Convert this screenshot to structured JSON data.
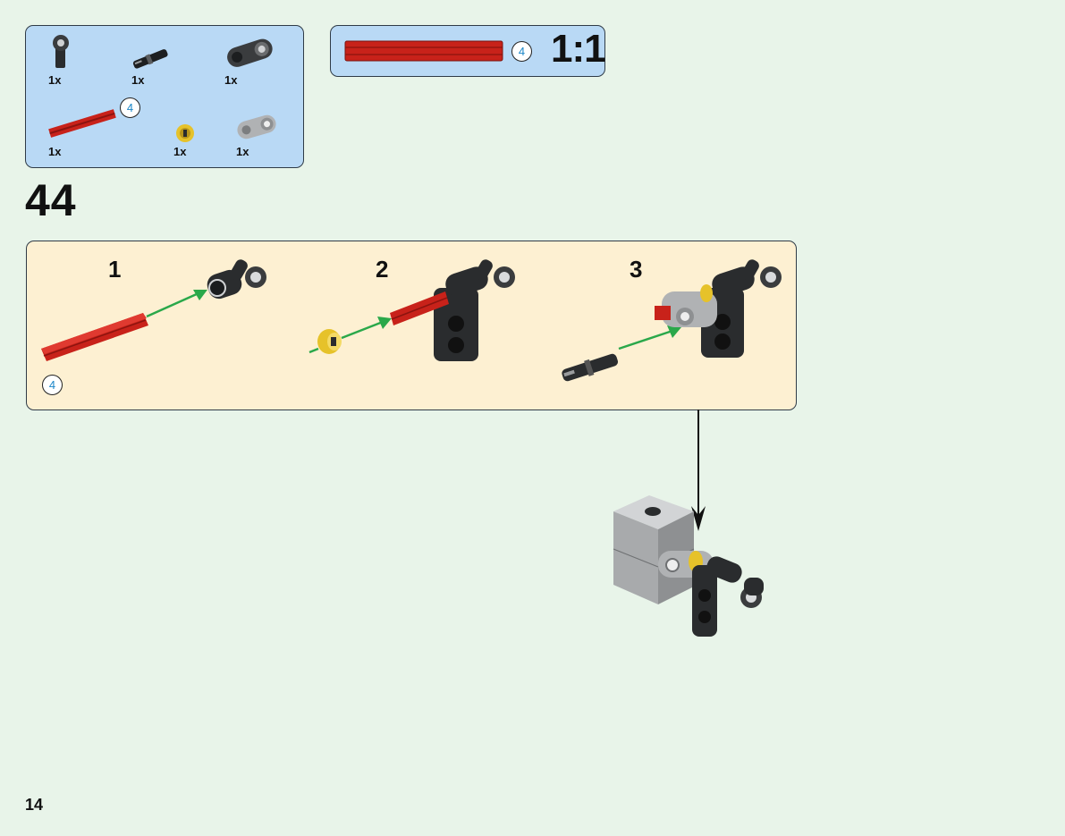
{
  "parts_list": {
    "items": [
      {
        "qty": "1x",
        "part": "angle-connector-icon"
      },
      {
        "qty": "1x",
        "part": "axle-pin-icon"
      },
      {
        "qty": "1x",
        "part": "pin-connector-dark-icon"
      },
      {
        "qty": "1x",
        "part": "red-axle-icon",
        "length": "4"
      },
      {
        "qty": "1x",
        "part": "bush-icon"
      },
      {
        "qty": "1x",
        "part": "pin-connector-light-icon"
      }
    ]
  },
  "scale_ref": {
    "length": "4",
    "scale": "1:1"
  },
  "step": {
    "number": "44"
  },
  "substeps": [
    {
      "number": "1",
      "axle_length": "4"
    },
    {
      "number": "2"
    },
    {
      "number": "3"
    }
  ],
  "page": {
    "number": "14"
  },
  "colors": {
    "background": "#e8f4e9",
    "parts_box": "#b9d9f5",
    "substep_box": "#fdf0d2",
    "axle_red": "#c8221a",
    "arrow_green": "#2aa84a",
    "dark_grey": "#2a2c2e",
    "light_grey": "#b0b2b4",
    "bush_yellow": "#e6c22a"
  }
}
